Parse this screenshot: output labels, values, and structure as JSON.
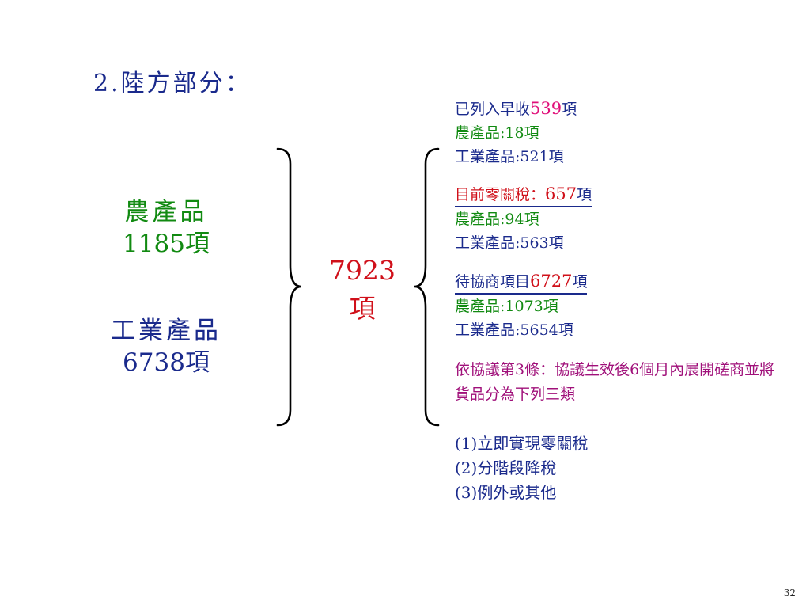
{
  "heading": "2.陸方部分：",
  "left": {
    "agri_label": "農產品",
    "agri_count": "1185項",
    "ind_label": "工業產品",
    "ind_count": "6738項"
  },
  "total": {
    "number": "7923",
    "unit": "項"
  },
  "groups": [
    {
      "title_prefix": "已列入早收",
      "title_number": "539",
      "title_suffix": "項",
      "agri": "農產品:18項",
      "ind": "工業產品:521項"
    },
    {
      "title_prefix": "目前零關稅：",
      "title_number": "657",
      "title_suffix": "項",
      "agri": "農產品:94項",
      "ind": "工業產品:563項"
    },
    {
      "title_prefix": "待協商項目",
      "title_number": "6727",
      "title_suffix": "項",
      "agri": "農產品:1073項",
      "ind": "工業產品:5654項"
    }
  ],
  "note": "依協議第3條：協議生效後6個月內展開磋商並將貨品分為下列三類",
  "items": [
    "(1)立即實現零關稅",
    "(2)分階段降稅",
    "(3)例外或其他"
  ],
  "page_number": "32",
  "colors": {
    "navy": "#1a2a8c",
    "green": "#118a11",
    "red": "#d0101a",
    "magenta": "#e0107a",
    "purple": "#a0107a"
  }
}
